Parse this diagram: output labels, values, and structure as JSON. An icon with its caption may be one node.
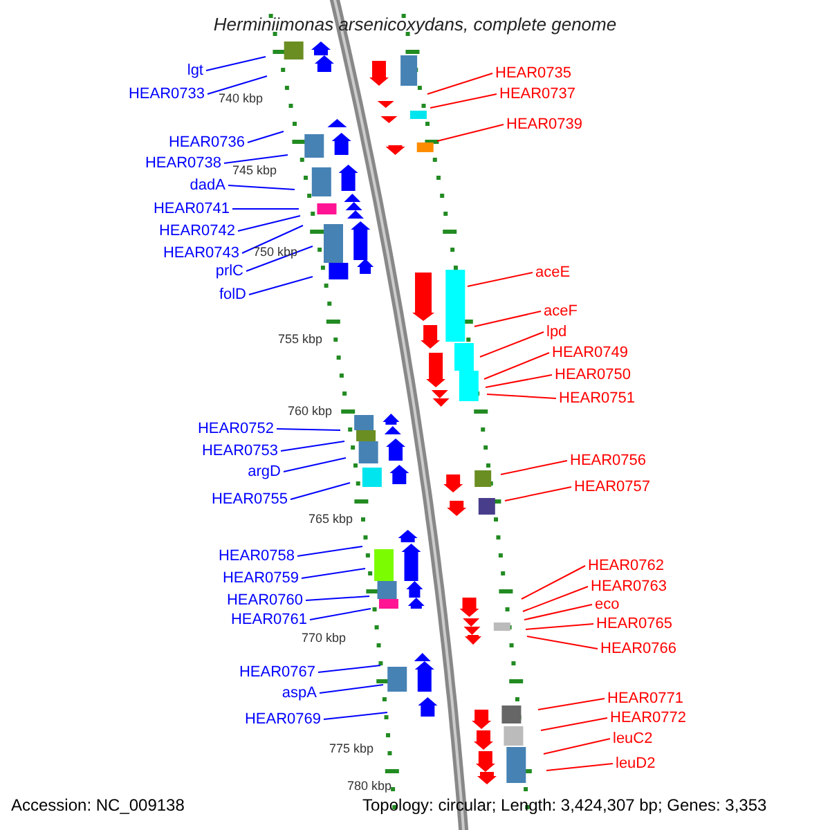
{
  "diagram": {
    "title": "Herminiimonas arsenicoxydans, complete genome",
    "nodes": [
      {
        "text": [
          "lgt"
        ]
      },
      {
        "text": [
          "HEAR0733"
        ]
      },
      {
        "text": [
          "HEAR0736"
        ]
      },
      {
        "text": [
          "HEAR0738"
        ]
      },
      {
        "text": [
          "dadA"
        ]
      },
      {
        "text": [
          "HEAR0741"
        ]
      },
      {
        "text": [
          "HEAR0742"
        ]
      },
      {
        "text": [
          "HEAR0743"
        ]
      },
      {
        "text": [
          "prlC"
        ]
      },
      {
        "text": [
          "folD"
        ]
      },
      {
        "text": [
          "HEAR0752"
        ]
      },
      {
        "text": [
          "HEAR0753"
        ]
      },
      {
        "text": [
          "argD"
        ]
      },
      {
        "text": [
          "HEAR0755"
        ]
      },
      {
        "text": [
          "HEAR0758"
        ]
      },
      {
        "text": [
          "HEAR0759"
        ]
      },
      {
        "text": [
          "HEAR0760"
        ]
      },
      {
        "text": [
          "HEAR0761"
        ]
      },
      {
        "text": [
          "HEAR0767"
        ]
      },
      {
        "text": [
          "aspA"
        ]
      },
      {
        "text": [
          "HEAR0769"
        ]
      },
      {
        "text": [
          "HEAR0735"
        ]
      },
      {
        "text": [
          "HEAR0737"
        ]
      },
      {
        "text": [
          "HEAR0739"
        ]
      },
      {
        "text": [
          "aceE"
        ]
      },
      {
        "text": [
          "aceF"
        ]
      },
      {
        "text": [
          "lpd"
        ]
      },
      {
        "text": [
          "HEAR0749"
        ]
      },
      {
        "text": [
          "HEAR0750"
        ]
      },
      {
        "text": [
          "HEAR0751"
        ]
      },
      {
        "text": [
          "HEAR0756"
        ]
      },
      {
        "text": [
          "HEAR0757"
        ]
      },
      {
        "text": [
          "HEAR0762"
        ]
      },
      {
        "text": [
          "HEAR0763"
        ]
      },
      {
        "text": [
          "eco"
        ]
      },
      {
        "text": [
          "HEAR0765"
        ]
      },
      {
        "text": [
          "HEAR0766"
        ]
      },
      {
        "text": [
          "HEAR0771"
        ]
      },
      {
        "text": [
          "HEAR0772"
        ]
      },
      {
        "text": [
          "leuC2"
        ]
      },
      {
        "text": [
          "leuD2"
        ]
      }
    ],
    "edges": [
      {
        "from": 0,
        "to": null,
        "arrow": "none"
      },
      {
        "from": 1,
        "to": null,
        "arrow": "none"
      },
      {
        "from": 2,
        "to": null,
        "arrow": "none"
      },
      {
        "from": 3,
        "to": null,
        "arrow": "none"
      },
      {
        "from": 4,
        "to": null,
        "arrow": "none"
      },
      {
        "from": 5,
        "to": null,
        "arrow": "none"
      },
      {
        "from": 6,
        "to": null,
        "arrow": "none"
      },
      {
        "from": 7,
        "to": null,
        "arrow": "none"
      },
      {
        "from": 8,
        "to": null,
        "arrow": "none"
      },
      {
        "from": 9,
        "to": null,
        "arrow": "none"
      },
      {
        "from": 10,
        "to": null,
        "arrow": "none"
      },
      {
        "from": 11,
        "to": null,
        "arrow": "none"
      },
      {
        "from": 12,
        "to": null,
        "arrow": "none"
      },
      {
        "from": 13,
        "to": null,
        "arrow": "none"
      },
      {
        "from": 14,
        "to": null,
        "arrow": "none"
      },
      {
        "from": 15,
        "to": null,
        "arrow": "none"
      },
      {
        "from": 16,
        "to": null,
        "arrow": "none"
      },
      {
        "from": 17,
        "to": null,
        "arrow": "none"
      },
      {
        "from": 18,
        "to": null,
        "arrow": "none"
      },
      {
        "from": 19,
        "to": null,
        "arrow": "none"
      },
      {
        "from": 20,
        "to": null,
        "arrow": "none"
      },
      {
        "from": 21,
        "to": null,
        "arrow": "none",
        "color": "#ff0000"
      },
      {
        "from": 22,
        "to": null,
        "arrow": "none",
        "color": "#ff0000"
      },
      {
        "from": 23,
        "to": null,
        "arrow": "none",
        "color": "#ff0000"
      },
      {
        "from": 24,
        "to": null,
        "arrow": "none",
        "color": "#ff0000"
      },
      {
        "from": 25,
        "to": null,
        "arrow": "none",
        "color": "#ff0000"
      },
      {
        "from": 26,
        "to": null,
        "arrow": "none",
        "color": "#ff0000"
      },
      {
        "from": 27,
        "to": null,
        "arrow": "none",
        "color": "#ff0000"
      },
      {
        "from": 28,
        "to": null,
        "arrow": "none",
        "color": "#ff0000"
      },
      {
        "from": 29,
        "to": null,
        "arrow": "none",
        "color": "#ff0000"
      },
      {
        "from": 30,
        "to": null,
        "arrow": "none",
        "color": "#ff0000"
      },
      {
        "from": 31,
        "to": null,
        "arrow": "none",
        "color": "#ff0000"
      },
      {
        "from": 32,
        "to": null,
        "arrow": "none",
        "color": "#ff0000"
      },
      {
        "from": 33,
        "to": null,
        "arrow": "none",
        "color": "#ff0000"
      },
      {
        "from": 34,
        "to": null,
        "arrow": "none",
        "color": "#ff0000"
      },
      {
        "from": 35,
        "to": null,
        "arrow": "none",
        "color": "#ff0000"
      },
      {
        "from": 36,
        "to": null,
        "arrow": "none",
        "color": "#ff0000"
      },
      {
        "from": 37,
        "to": null,
        "arrow": "none",
        "color": "#ff0000"
      },
      {
        "from": 38,
        "to": null,
        "arrow": "none",
        "color": "#ff0000"
      },
      {
        "from": 39,
        "to": null,
        "arrow": "none",
        "color": "#ff0000"
      },
      {
        "from": 40,
        "to": null,
        "arrow": "none",
        "color": "#ff0000"
      }
    ],
    "labels": [
      "740 kbp",
      "745 kbp",
      "750 kbp",
      "755 kbp",
      "760 kbp",
      "765 kbp",
      "770 kbp",
      "775 kbp",
      "780 kbp",
      "Accession: NC_009138",
      "Topology: circular; Length: 3,424,307 bp; Genes: 3,353"
    ]
  }
}
